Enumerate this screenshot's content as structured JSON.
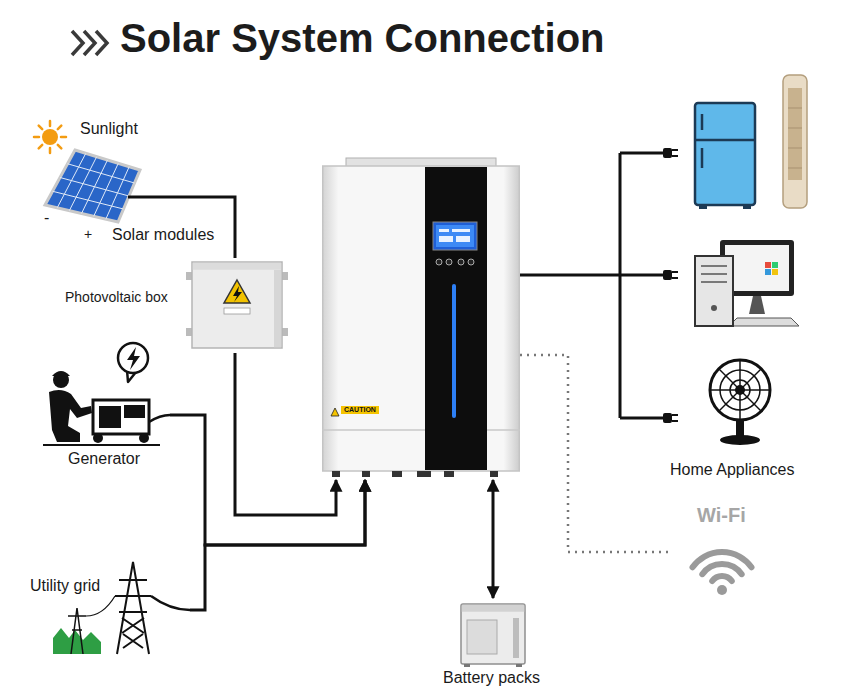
{
  "diagram": {
    "title": "Solar System Connection",
    "nodes": [
      {
        "text": [
          "Solar modules"
        ]
      },
      {
        "text": [
          "Photovoltaic box"
        ]
      },
      {
        "text": [
          "Generator"
        ]
      },
      {
        "text": [
          "Utility grid"
        ]
      },
      {
        "text": [
          "CAUTION"
        ]
      },
      {
        "text": [
          "Home Appliances"
        ]
      },
      {
        "text": [
          "Battery packs"
        ]
      },
      {
        "text": [
          "Wi-Fi"
        ]
      }
    ],
    "edges": [
      {
        "from": 0,
        "to": 1,
        "arrow": "none"
      },
      {
        "from": 1,
        "to": 4,
        "arrow": "to"
      },
      {
        "from": 2,
        "to": 4,
        "arrow": "to"
      },
      {
        "from": 3,
        "to": 4,
        "arrow": "to"
      },
      {
        "from": 4,
        "to": 6,
        "arrow": "both"
      },
      {
        "from": 4,
        "to": 5,
        "arrow": "none"
      },
      {
        "from": 4,
        "to": 7,
        "arrow": "none"
      }
    ],
    "labels": [
      "Sunlight",
      "-",
      "+"
    ]
  }
}
